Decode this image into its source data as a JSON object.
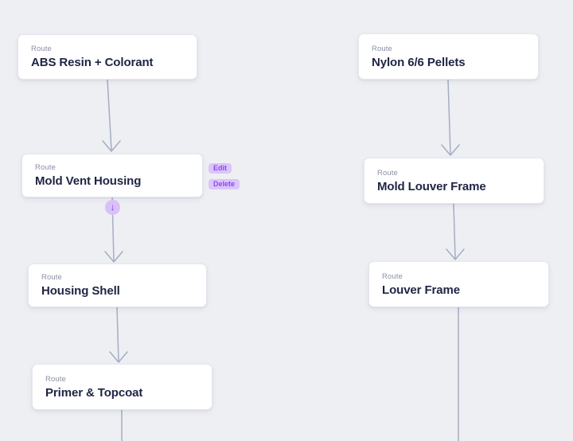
{
  "palette": {
    "canvas_background": "#edeff3",
    "card_background": "#ffffff",
    "card_border": "#e5e7f0",
    "node_type_color": "#8a90a3",
    "node_title_color": "#1e2543",
    "connector_color": "#a6adc2",
    "chip_background": "#dbc5f9",
    "chip_text": "#8f46f2",
    "insert_icon_background": "#d9c0f9",
    "insert_icon_arrow": "#7b3af0"
  },
  "nodes": [
    {
      "type_label": "Route",
      "title": "ABS Resin + Colorant"
    },
    {
      "type_label": "Route",
      "title": "Mold Vent Housing"
    },
    {
      "type_label": "Route",
      "title": "Housing Shell"
    },
    {
      "type_label": "Route",
      "title": "Primer & Topcoat"
    },
    {
      "type_label": "Route",
      "title": "Nylon 6/6 Pellets"
    },
    {
      "type_label": "Route",
      "title": "Mold Louver Frame"
    },
    {
      "type_label": "Route",
      "title": "Louver Frame"
    }
  ],
  "node_actions": {
    "edit": "Edit",
    "delete": "Delete",
    "insert_icon": "down-arrow-icon",
    "insert_glyph": "↓"
  },
  "edges": [
    {
      "from": "ABS Resin + Colorant",
      "to": "Mold Vent Housing",
      "continues_below_viewport": false
    },
    {
      "from": "Mold Vent Housing",
      "to": "Housing Shell",
      "continues_below_viewport": false
    },
    {
      "from": "Housing Shell",
      "to": "Primer & Topcoat",
      "continues_below_viewport": false
    },
    {
      "from": "Primer & Topcoat",
      "to": null,
      "continues_below_viewport": true
    },
    {
      "from": "Nylon 6/6 Pellets",
      "to": "Mold Louver Frame",
      "continues_below_viewport": false
    },
    {
      "from": "Mold Louver Frame",
      "to": "Louver Frame",
      "continues_below_viewport": false
    },
    {
      "from": "Louver Frame",
      "to": null,
      "continues_below_viewport": true
    }
  ]
}
